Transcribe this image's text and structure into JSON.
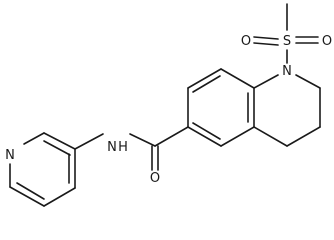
{
  "molecule": {
    "atoms": {
      "sulfonyl_sulfur": "S",
      "sulfonyl_oxygen_left": "O",
      "sulfonyl_oxygen_right": "O",
      "ring_nitrogen": "N",
      "amide_nitrogen": "N",
      "amide_hydrogen": "H",
      "carbonyl_oxygen": "O",
      "pyridine_nitrogen": "N"
    }
  }
}
